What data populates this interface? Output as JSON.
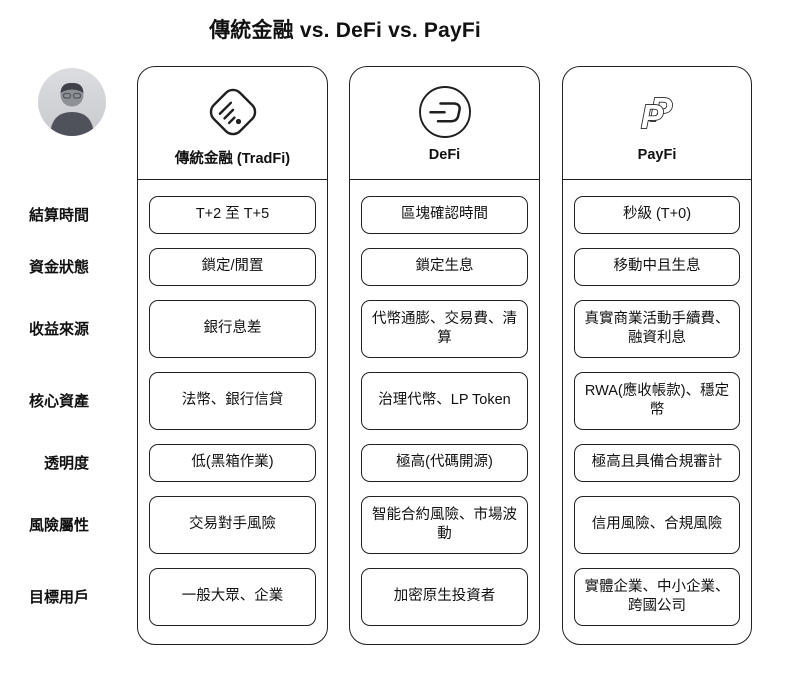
{
  "title": "傳統金融 vs. DeFi vs. PayFi",
  "avatar": {
    "description": "grayscale profile photo of a person"
  },
  "row_labels": [
    "結算時間",
    "資金狀態",
    "收益來源",
    "核心資產",
    "透明度",
    "風險屬性",
    "目標用戶"
  ],
  "columns": [
    {
      "name": "傳統金融 (TradFi)",
      "icon": "statement-document-icon",
      "values": [
        "T+2 至 T+5",
        "鎖定/閒置",
        "銀行息差",
        "法幣、銀行信貸",
        "低(黑箱作業)",
        "交易對手風險",
        "一般大眾、企業"
      ]
    },
    {
      "name": "DeFi",
      "icon": "dash-coin-icon",
      "values": [
        "區塊確認時間",
        "鎖定生息",
        "代幣通膨、交易費、清算",
        "治理代幣、LP Token",
        "極高(代碼開源)",
        "智能合約風險、市場波動",
        "加密原生投資者"
      ]
    },
    {
      "name": "PayFi",
      "icon": "paypal-icon",
      "values": [
        "秒級 (T+0)",
        "移動中且生息",
        "真實商業活動手續費、融資利息",
        "RWA(應收帳款)、穩定幣",
        "極高且具備合規審計",
        "信用風險、合規風險",
        "實體企業、中小企業、跨國公司"
      ]
    }
  ],
  "colors": {
    "stroke": "#222222",
    "text": "#111111",
    "background": "#ffffff",
    "avatar_bg": "#d6d7db"
  }
}
